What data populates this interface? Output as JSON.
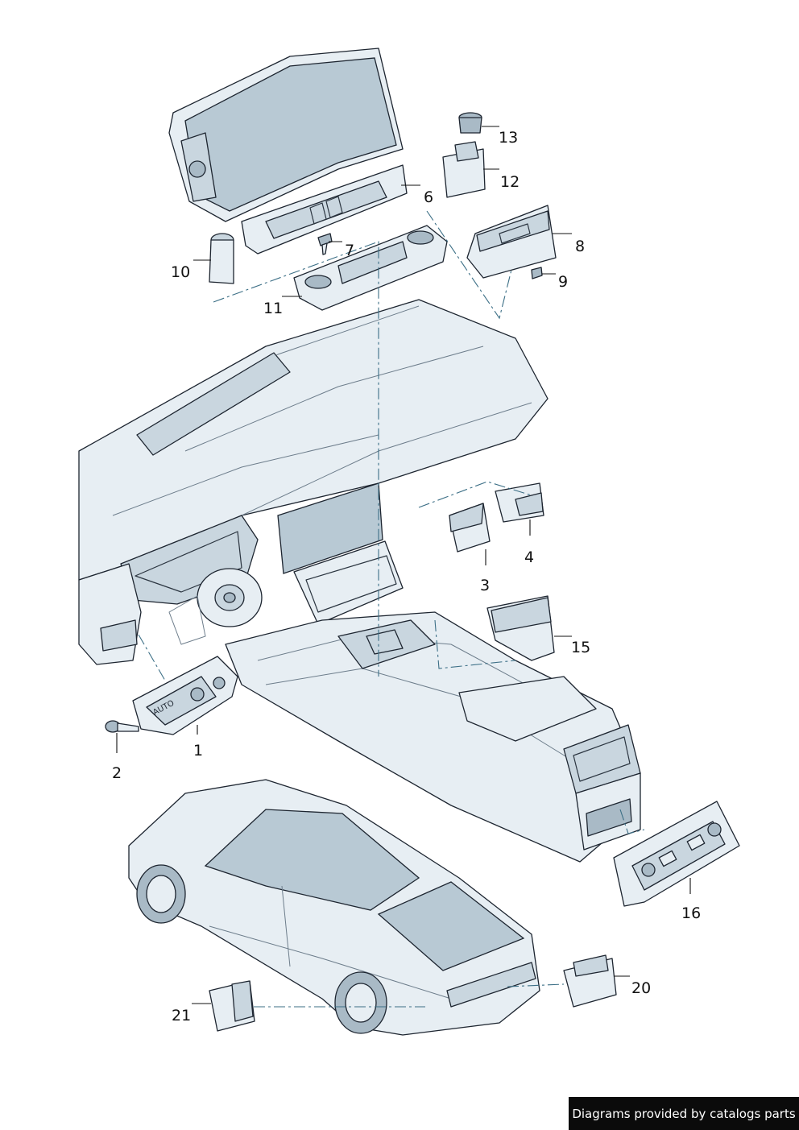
{
  "callouts": [
    {
      "id": "1",
      "label": "1"
    },
    {
      "id": "2",
      "label": "2"
    },
    {
      "id": "3",
      "label": "3"
    },
    {
      "id": "4",
      "label": "4"
    },
    {
      "id": "6",
      "label": "6"
    },
    {
      "id": "7",
      "label": "7"
    },
    {
      "id": "8",
      "label": "8"
    },
    {
      "id": "9",
      "label": "9"
    },
    {
      "id": "10",
      "label": "10"
    },
    {
      "id": "11",
      "label": "11"
    },
    {
      "id": "12",
      "label": "12"
    },
    {
      "id": "13",
      "label": "13"
    },
    {
      "id": "15",
      "label": "15"
    },
    {
      "id": "16",
      "label": "16"
    },
    {
      "id": "20",
      "label": "20"
    },
    {
      "id": "21",
      "label": "21"
    }
  ],
  "switch_labels": {
    "auto": "AUTO"
  },
  "footer": {
    "credit": "Diagrams provided by catalogs parts"
  }
}
